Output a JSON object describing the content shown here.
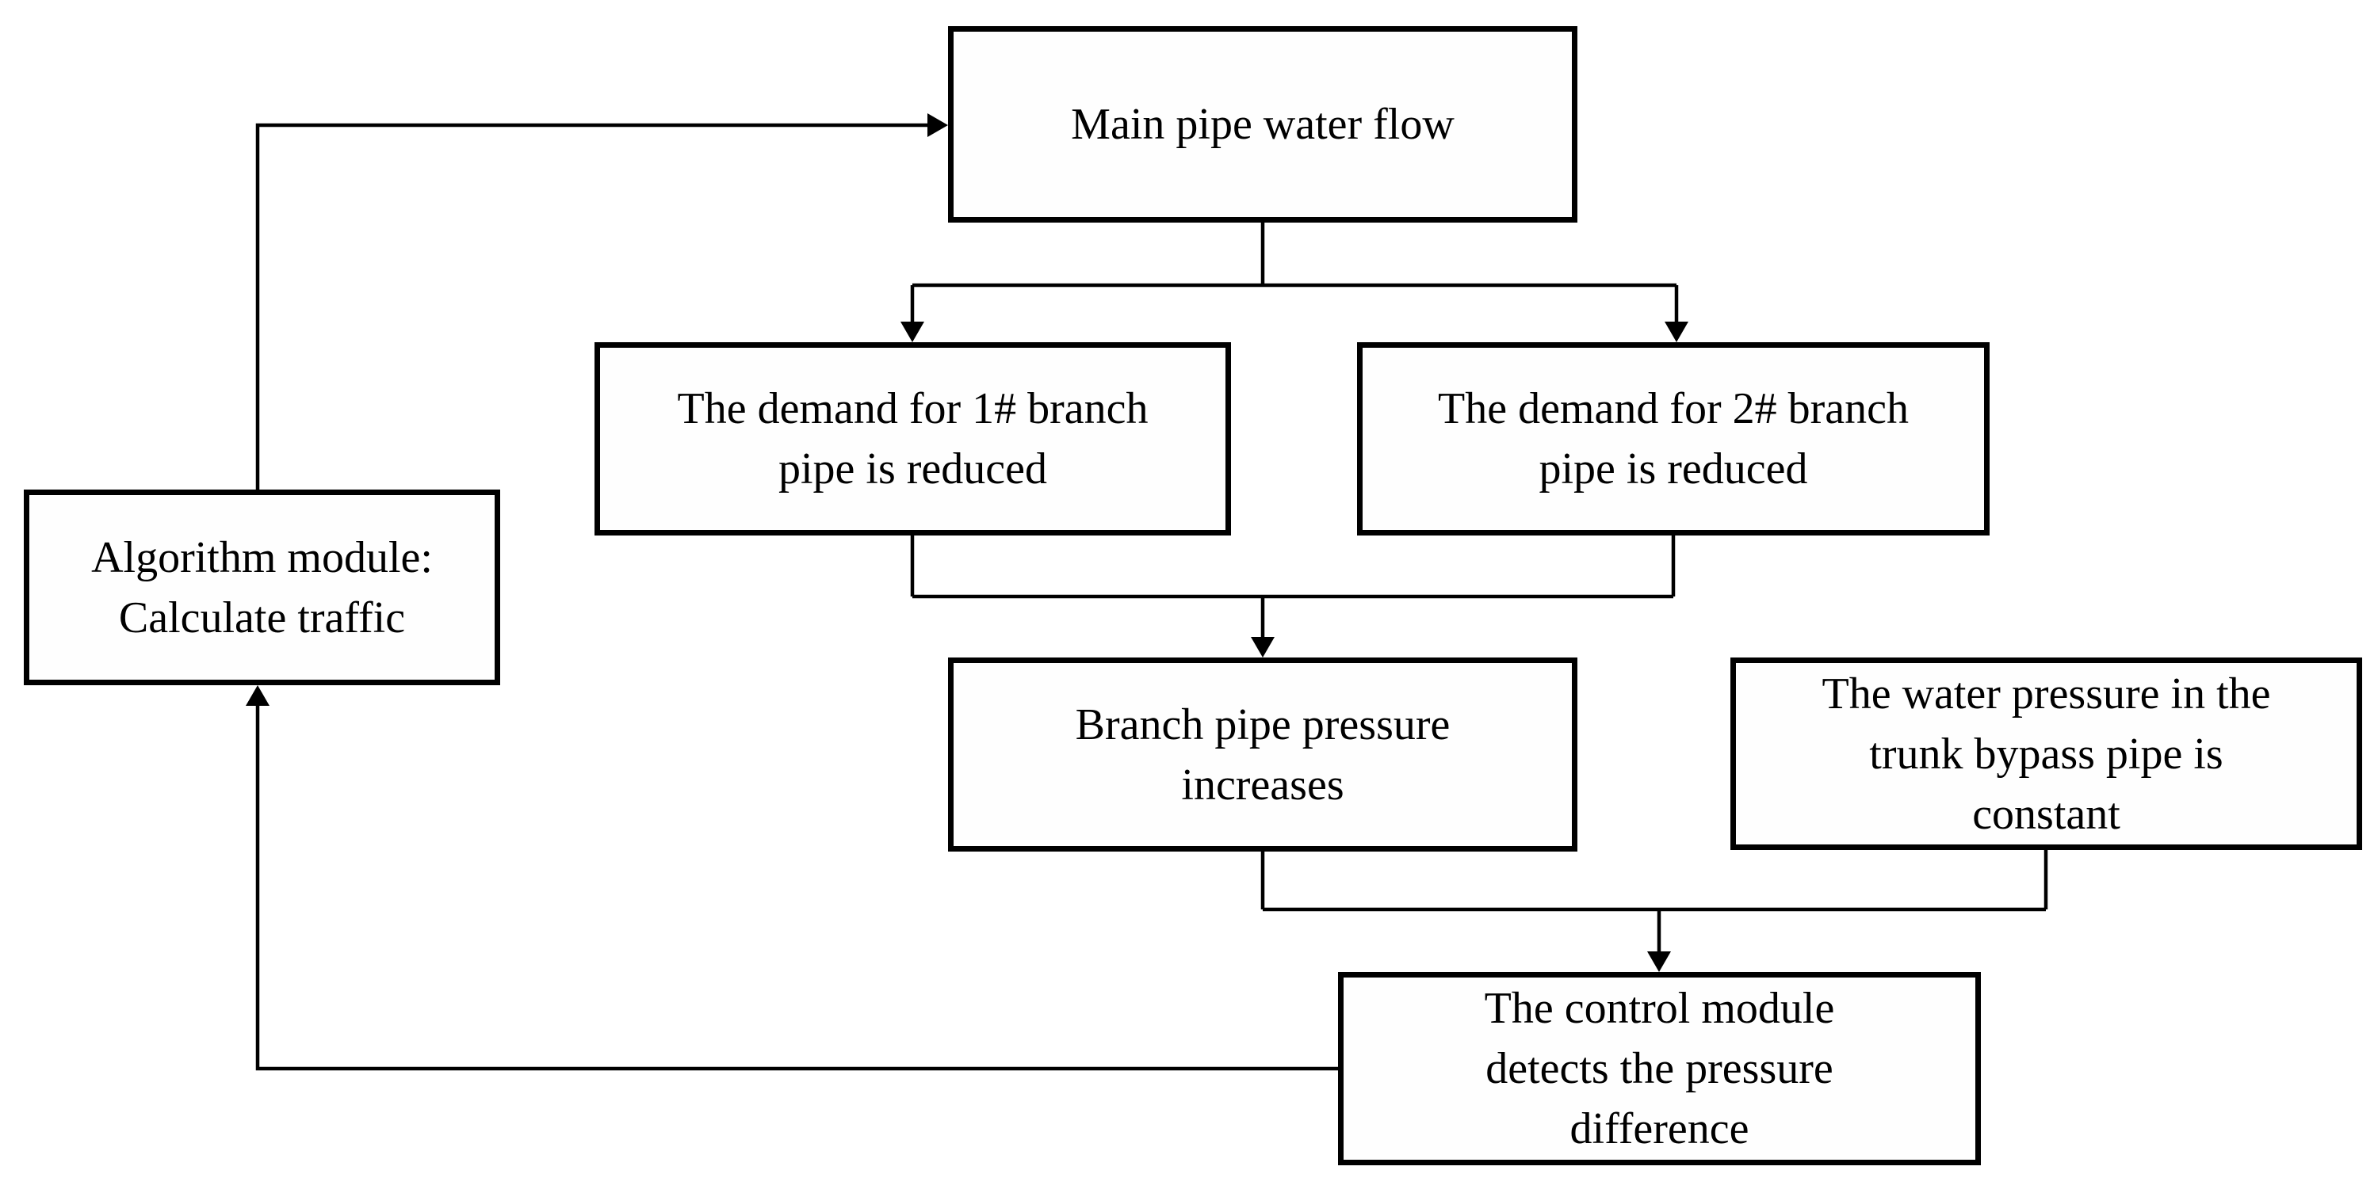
{
  "figure": {
    "type": "flowchart",
    "background_color": "#ffffff",
    "line_color": "#000000",
    "text_color": "#000000",
    "nodes": {
      "main_pipe": {
        "label": "Main pipe water flow"
      },
      "demand_1": {
        "label": "The demand for 1# branch\npipe is reduced"
      },
      "demand_2": {
        "label": "The demand for 2# branch\npipe is reduced"
      },
      "algorithm_module": {
        "label": "Algorithm module:\nCalculate traffic"
      },
      "branch_pressure": {
        "label": "Branch pipe pressure\nincreases"
      },
      "trunk_pressure": {
        "label": "The water pressure in the\ntrunk bypass pipe is\nconstant"
      },
      "control_module": {
        "label": "The control module\ndetects the pressure\ndifference"
      }
    },
    "edges": [
      {
        "from": "algorithm_module",
        "to": "main_pipe"
      },
      {
        "from": "main_pipe",
        "to": "demand_1"
      },
      {
        "from": "main_pipe",
        "to": "demand_2"
      },
      {
        "from": "demand_1",
        "to": "branch_pressure"
      },
      {
        "from": "demand_2",
        "to": "branch_pressure"
      },
      {
        "from": "branch_pressure",
        "to": "control_module"
      },
      {
        "from": "trunk_pressure",
        "to": "control_module"
      },
      {
        "from": "control_module",
        "to": "algorithm_module"
      }
    ]
  }
}
